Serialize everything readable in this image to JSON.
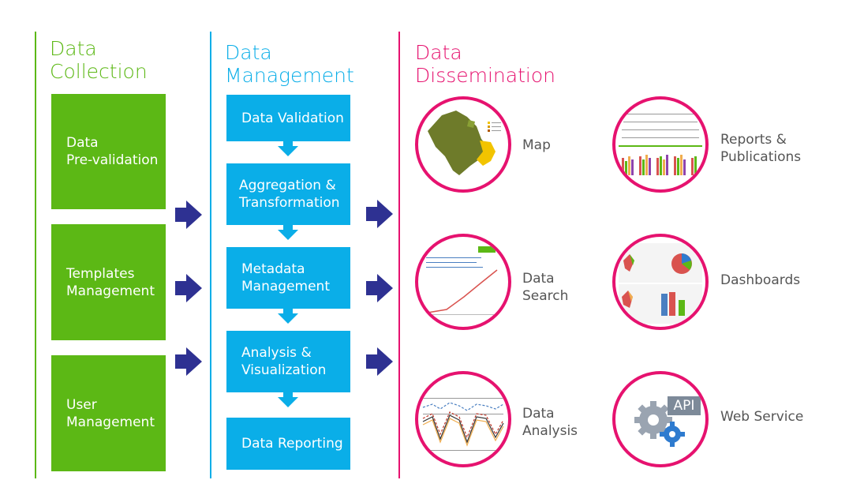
{
  "columns": {
    "collection": {
      "title": "Data\nCollection",
      "color": "#5cb815",
      "items": [
        {
          "label": "Data\nPre-validation"
        },
        {
          "label": "Templates\nManagement"
        },
        {
          "label": "User\nManagement"
        }
      ]
    },
    "management": {
      "title": "Data\nManagement",
      "color": "#0aaee8",
      "items": [
        {
          "label": "Data Validation"
        },
        {
          "label": "Aggregation &\nTransformation"
        },
        {
          "label": "Metadata\nManagement"
        },
        {
          "label": "Analysis &\nVisualization"
        },
        {
          "label": "Data Reporting"
        }
      ]
    },
    "dissemination": {
      "title": "Data\nDissemination",
      "color": "#e6126f",
      "items": [
        {
          "label": "Map",
          "icon": "map-thumbnail"
        },
        {
          "label": "Reports &\nPublications",
          "icon": "report-thumbnail"
        },
        {
          "label": "Data\nSearch",
          "icon": "search-thumbnail"
        },
        {
          "label": "Dashboards",
          "icon": "dashboard-thumbnail"
        },
        {
          "label": "Data\nAnalysis",
          "icon": "analysis-thumbnail"
        },
        {
          "label": "Web Service",
          "icon": "api-gear-icon",
          "badge": "API"
        }
      ]
    }
  },
  "arrow_color": "#2e3192"
}
